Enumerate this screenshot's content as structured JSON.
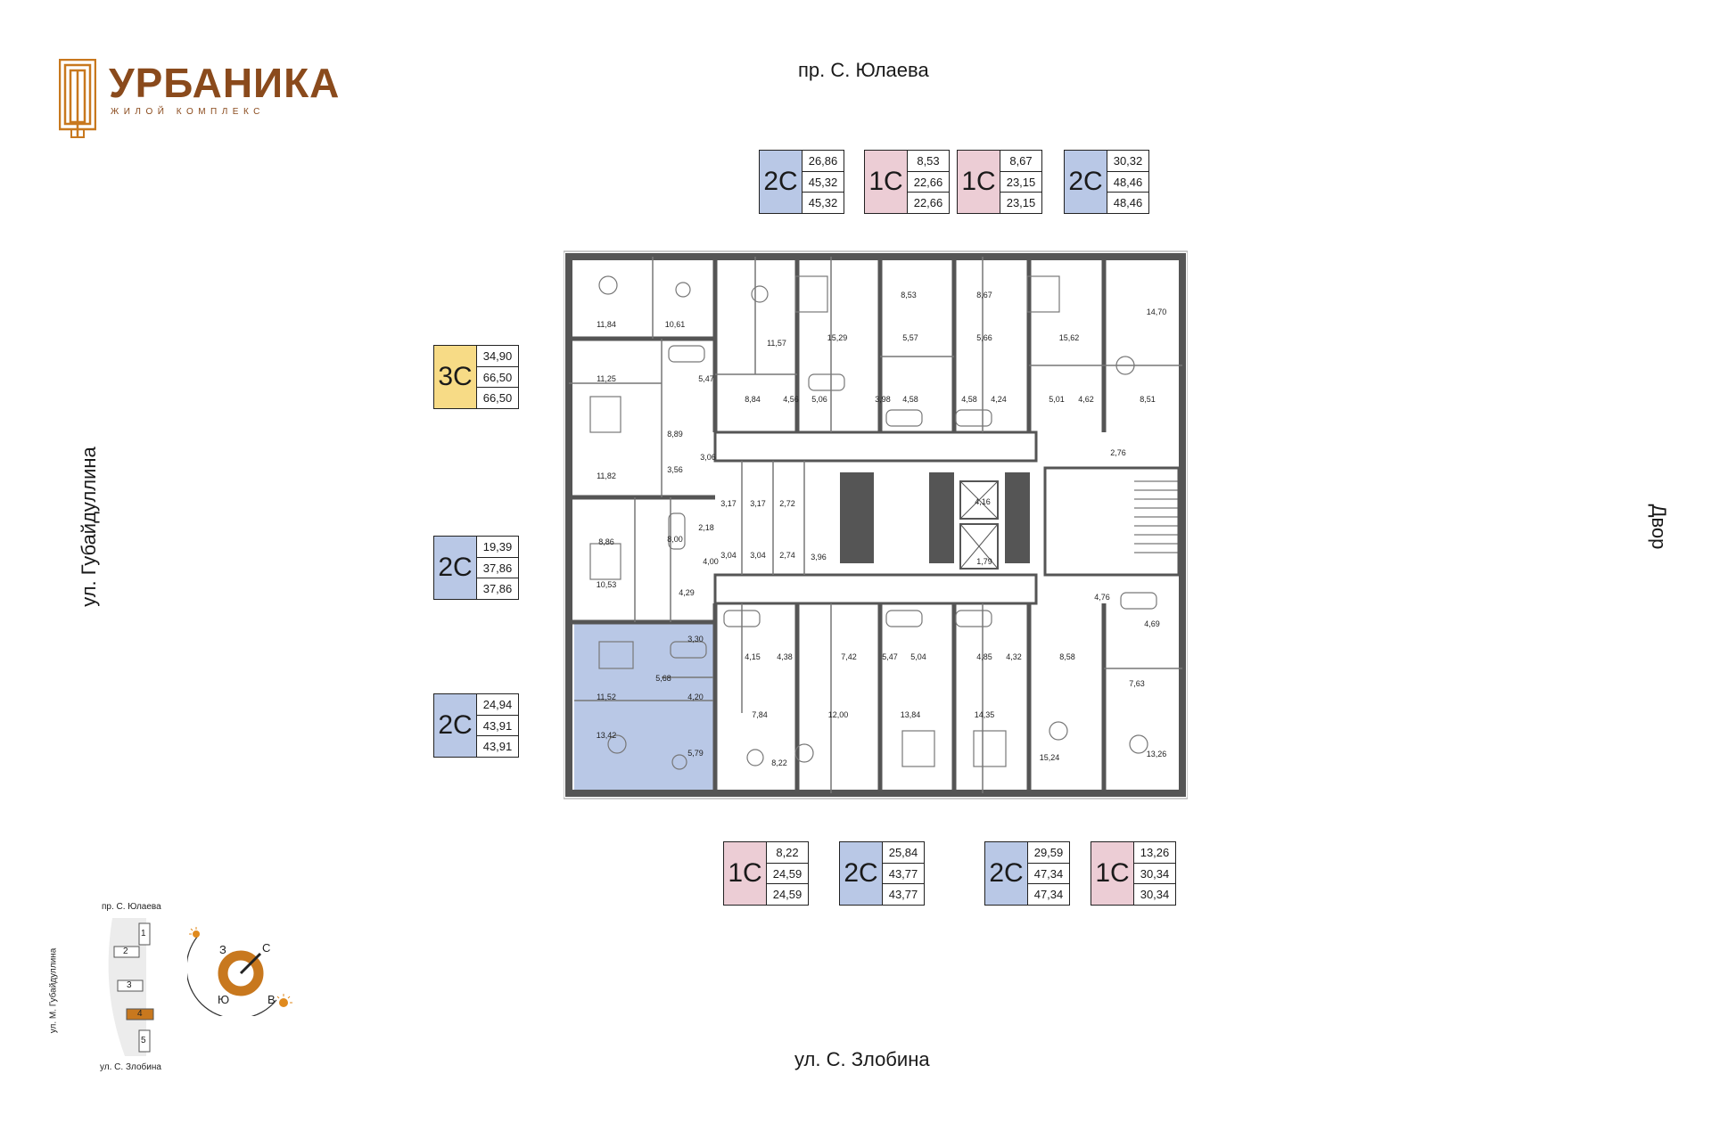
{
  "logo": {
    "title": "УРБАНИКА",
    "subtitle": "ЖИЛОЙ КОМПЛЕКС"
  },
  "streets": {
    "top": "пр. С. Юлаева",
    "bottom": "ул. С. Злобина",
    "left": "ул. Губайдуллина",
    "right": "Двор"
  },
  "cards": [
    {
      "type": "2C",
      "values": [
        "26,86",
        "45,32",
        "45,32"
      ]
    },
    {
      "type": "1C",
      "values": [
        "8,53",
        "22,66",
        "22,66"
      ]
    },
    {
      "type": "1C",
      "values": [
        "8,67",
        "23,15",
        "23,15"
      ]
    },
    {
      "type": "2C",
      "values": [
        "30,32",
        "48,46",
        "48,46"
      ]
    },
    {
      "type": "3C",
      "values": [
        "34,90",
        "66,50",
        "66,50"
      ]
    },
    {
      "type": "2C",
      "values": [
        "19,39",
        "37,86",
        "37,86"
      ]
    },
    {
      "type": "2C",
      "values": [
        "24,94",
        "43,91",
        "43,91"
      ]
    },
    {
      "type": "1C",
      "values": [
        "8,22",
        "24,59",
        "24,59"
      ]
    },
    {
      "type": "2C",
      "values": [
        "25,84",
        "43,77",
        "43,77"
      ]
    },
    {
      "type": "2C",
      "values": [
        "29,59",
        "47,34",
        "47,34"
      ]
    },
    {
      "type": "1C",
      "values": [
        "13,26",
        "30,34",
        "30,34"
      ]
    }
  ],
  "rooms": [
    "11,84",
    "10,61",
    "11,57",
    "15,29",
    "8,53",
    "8,67",
    "15,62",
    "14,70",
    "11,25",
    "5,47",
    "8,84",
    "4,56",
    "5,06",
    "5,57",
    "3,98",
    "4,58",
    "5,66",
    "4,58",
    "4,24",
    "5,01",
    "4,62",
    "8,51",
    "8,89",
    "3,06",
    "2,76",
    "11,82",
    "3,56",
    "3,17",
    "3,17",
    "2,72",
    "4,16",
    "8,86",
    "8,00",
    "2,18",
    "3,04",
    "3,04",
    "2,74",
    "3,96",
    "1,79",
    "10,53",
    "4,00",
    "4,29",
    "4,76",
    "4,69",
    "3,30",
    "4,15",
    "4,38",
    "7,42",
    "5,47",
    "5,04",
    "4,85",
    "4,32",
    "8,58",
    "5,68",
    "7,63",
    "11,52",
    "4,20",
    "7,84",
    "12,00",
    "13,84",
    "14,35",
    "13,42",
    "5,79",
    "8,22",
    "15,24",
    "13,26"
  ],
  "minimap": {
    "street_top": "пр. С. Юлаева",
    "street_bottom": "ул. С. Злобина",
    "street_left": "ул. М. Губайдуллина",
    "buildings": [
      "1",
      "2",
      "3",
      "4",
      "5"
    ]
  },
  "compass": {
    "north": "С",
    "south": "Ю",
    "west": "З",
    "east": "В"
  },
  "colors": {
    "brand": "#8a4a1c",
    "card_2C": "#b9c8e6",
    "card_1C": "#eccdd5",
    "card_3C": "#f7db86",
    "selected_apartment": "#b9c8e6",
    "compass": "#c8781e"
  }
}
